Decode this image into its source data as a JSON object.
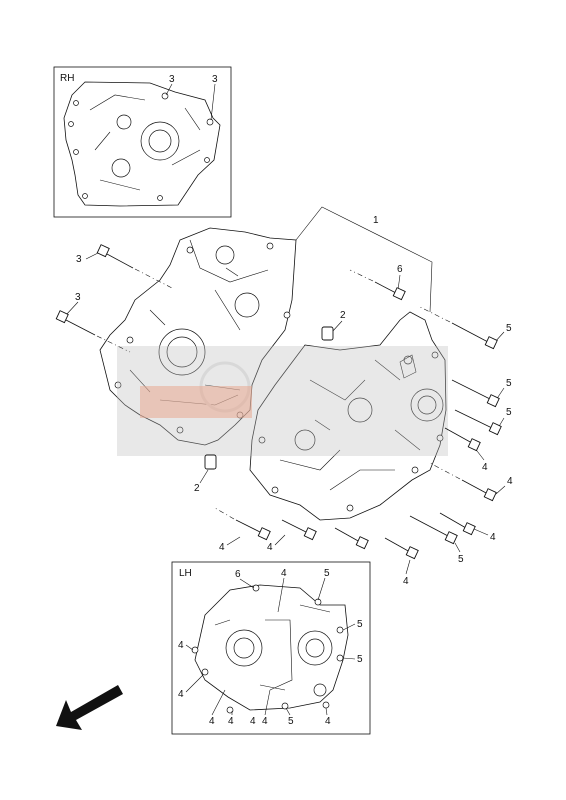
{
  "insets": {
    "rh": {
      "label": "RH",
      "callouts": [
        "3",
        "3"
      ]
    },
    "lh": {
      "label": "LH",
      "callouts": [
        "6",
        "4",
        "5",
        "5",
        "5",
        "4",
        "4",
        "4",
        "4",
        "4",
        "4",
        "5",
        "4"
      ]
    }
  },
  "callouts": {
    "crankcase": "1",
    "dowel_top": "2",
    "dowel_bottom": "2",
    "bolt_3_upper": "3",
    "bolt_3_lower": "3",
    "bolt_6": "6",
    "bolt_5_a": "5",
    "bolt_5_b": "5",
    "bolt_5_c": "5",
    "bolt_5_d": "5",
    "bolt_4_a": "4",
    "bolt_4_b": "4",
    "bolt_4_c": "4",
    "bolt_4_d": "4",
    "bolt_4_e": "4"
  },
  "watermark": {
    "color": "#c8c8c8",
    "accent": "#e8a890"
  },
  "direction_arrow": {
    "icon": "front-direction-arrow-icon"
  }
}
